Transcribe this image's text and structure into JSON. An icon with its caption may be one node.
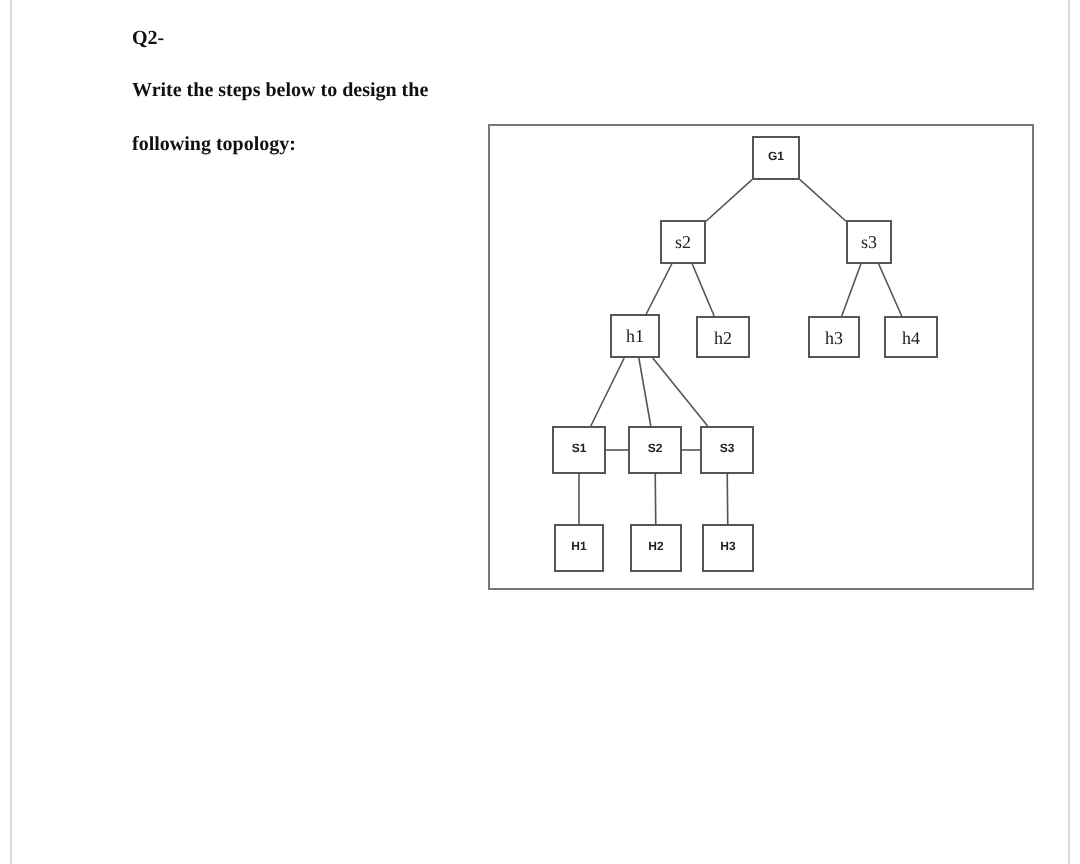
{
  "diagram": {
    "nodes": [
      {
        "text": [
          "G1"
        ]
      },
      {
        "text": [
          "s2"
        ]
      },
      {
        "text": [
          "s3"
        ]
      },
      {
        "text": [
          "h1"
        ]
      },
      {
        "text": [
          "h2"
        ]
      },
      {
        "text": [
          "h3"
        ]
      },
      {
        "text": [
          "h4"
        ]
      },
      {
        "text": [
          "S1"
        ]
      },
      {
        "text": [
          "S2"
        ]
      },
      {
        "text": [
          "S3"
        ]
      },
      {
        "text": [
          "H1"
        ]
      },
      {
        "text": [
          "H2"
        ]
      },
      {
        "text": [
          "H3"
        ]
      }
    ],
    "edges": [
      {
        "from": 0,
        "to": 1,
        "arrow": "none"
      },
      {
        "from": 0,
        "to": 2,
        "arrow": "none"
      },
      {
        "from": 1,
        "to": 3,
        "arrow": "none"
      },
      {
        "from": 1,
        "to": 4,
        "arrow": "none"
      },
      {
        "from": 2,
        "to": 5,
        "arrow": "none"
      },
      {
        "from": 2,
        "to": 6,
        "arrow": "none"
      },
      {
        "from": 3,
        "to": 7,
        "arrow": "none"
      },
      {
        "from": 3,
        "to": 8,
        "arrow": "none"
      },
      {
        "from": 3,
        "to": 9,
        "arrow": "none"
      },
      {
        "from": 7,
        "to": 8,
        "arrow": "none"
      },
      {
        "from": 8,
        "to": 9,
        "arrow": "none"
      },
      {
        "from": 7,
        "to": 10,
        "arrow": "none"
      },
      {
        "from": 8,
        "to": 11,
        "arrow": "none"
      },
      {
        "from": 9,
        "to": 12,
        "arrow": "none"
      }
    ],
    "labels": [
      "Q2-",
      "Write the steps below to design the following topology:"
    ]
  }
}
